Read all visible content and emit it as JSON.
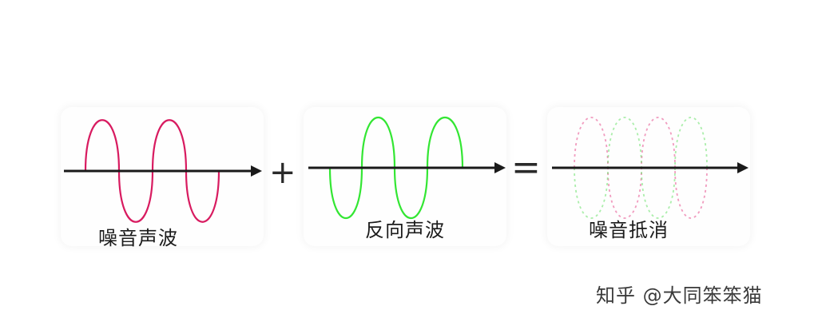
{
  "panels": {
    "noise": {
      "label": "噪音声波",
      "wave_color": "#d81b60"
    },
    "inverse": {
      "label": "反向声波",
      "wave_color": "#33e633"
    },
    "cancel": {
      "label": "噪音抵消",
      "wave_colors": [
        "#e64a8a",
        "#66e066"
      ]
    }
  },
  "operators": {
    "plus": "+",
    "equals": "="
  },
  "watermark": "知乎 @大同笨笨猫",
  "colors": {
    "axis": "#1a1a1a",
    "text": "#1b1b1b"
  }
}
